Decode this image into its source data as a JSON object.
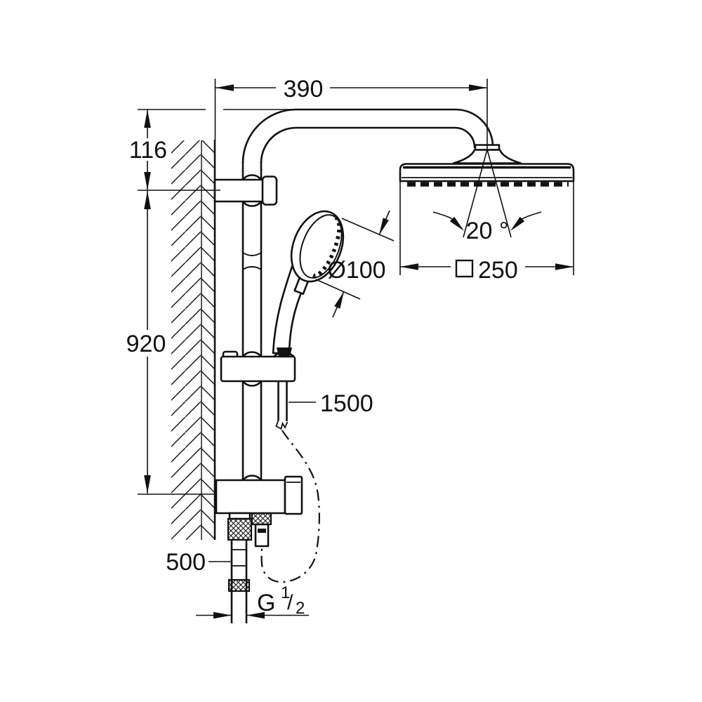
{
  "style": {
    "background": "#ffffff",
    "ink": "#111111"
  },
  "drawing": {
    "type": "shower-system-dimensional-drawing",
    "labels": {
      "arm_reach": "390",
      "wall_offset": "116",
      "rail_height": "920",
      "handshower_diameter": "Ø100",
      "head_angle": "20 °",
      "head_size": "250",
      "head_size_symbol": "square-symbol",
      "hose_length": "1500",
      "supply_length": "500",
      "thread": {
        "letter": "G",
        "numerator": "1",
        "slash": "/",
        "denominator": "2"
      }
    }
  }
}
